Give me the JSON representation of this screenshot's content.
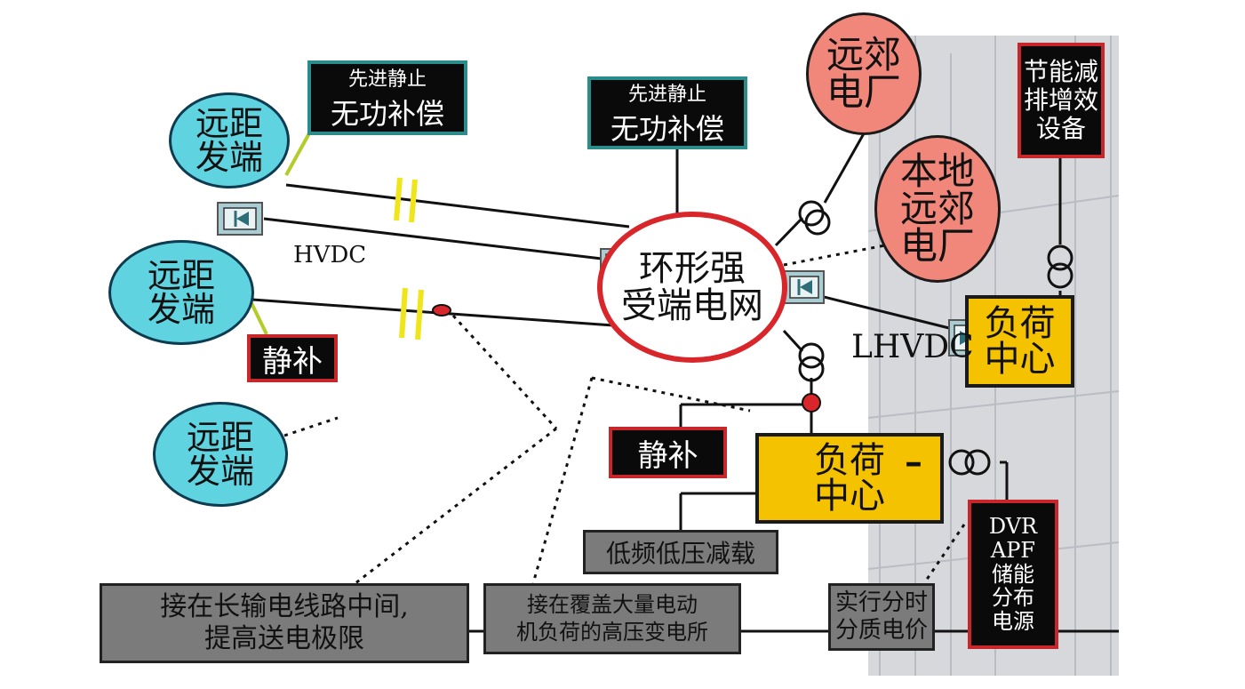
{
  "nodes": {
    "far_end_1": "远距\n发端",
    "far_end_2": "远距\n发端",
    "far_end_3": "远距\n发端",
    "svc_top_left": {
      "line1": "先进静止",
      "line2": "无功补偿"
    },
    "svc_top_center": {
      "line1": "先进静止",
      "line2": "无功补偿"
    },
    "ring_grid": "环形强\n受端电网",
    "suburban_plant": "远郊\n电厂",
    "local_suburban_plant": "本地\n远郊\n电厂",
    "energy_saving": "节能减\n排增效\n设备",
    "load_center_right": "负荷\n中心",
    "load_center_bottom": "负荷\n中心",
    "static_comp_left": "静补",
    "static_comp_center": "静补",
    "low_freq_shedding": "低频低压减载",
    "dvr_box": "DVR\nAPF\n储能\n分布\n电源",
    "note_long_line": "接在长输电线路中间,\n提高送电极限",
    "note_substation": "接在覆盖大量电动\n机负荷的高压变电所",
    "note_tou_price": "实行分时\n分质电价"
  },
  "labels": {
    "hvdc": "HVDC",
    "lhvdc": "LHVDC",
    "dash": "–"
  },
  "colors": {
    "cyan": "#5fd3e0",
    "salmon": "#f1867a",
    "ring_red": "#d9262b",
    "yellow": "#f5c200",
    "teal": "#2b8c8c",
    "gray_box": "#7b7b7b",
    "converter": "#a9cdd2",
    "bg_panel": "#d6d8dc"
  }
}
